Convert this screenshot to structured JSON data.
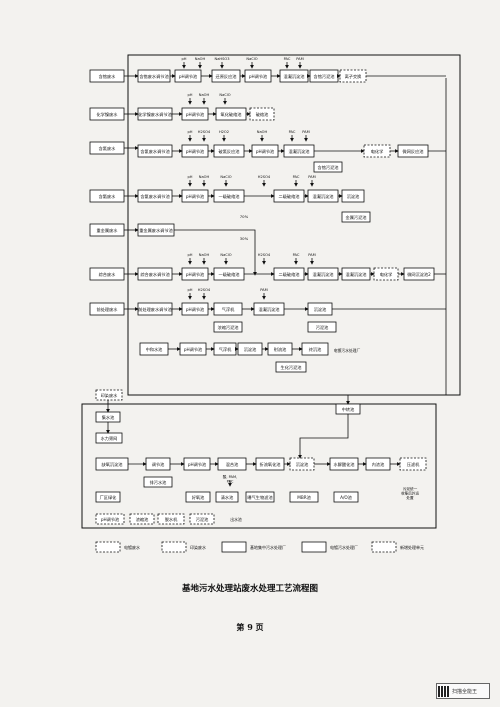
{
  "page": {
    "title": "基地污水处理站废水处理工艺流程图",
    "page_number": "第 9 页",
    "watermark": "扫描全能王"
  },
  "sources": [
    {
      "id": "s1",
      "label": "含铬废水"
    },
    {
      "id": "s2",
      "label": "化学镍废水"
    },
    {
      "id": "s3",
      "label": "含氰废水"
    },
    {
      "id": "s4",
      "label": "含氨废水"
    },
    {
      "id": "s5",
      "label": "重金属废水"
    },
    {
      "id": "s6",
      "label": "综合废水"
    },
    {
      "id": "s7",
      "label": "前处理废水"
    },
    {
      "id": "s8",
      "label": "印染废水"
    }
  ],
  "nodes": {
    "r1a": "含铬废水调节池",
    "r1b": "pH调节池",
    "r1c": "还原反应池",
    "r1d": "pH调节池",
    "r1e": "混凝沉淀池",
    "r1f": "含铬污泥池",
    "r1g": "离子交换",
    "r2a": "化学镍废水调节池",
    "r2b": "pH调节池",
    "r2c": "氧化破络池",
    "r2d": "破络池",
    "r3a": "含氰废水调节池",
    "r3b": "pH调节池",
    "r3c": "破氰反应池",
    "r3d": "pH调节池",
    "r3e": "混凝沉淀池",
    "r3f": "含铬污泥池",
    "r3g": "电化学",
    "r3h": "微网反应池",
    "r4a": "含氨废水调节池",
    "r4b": "pH调节池",
    "r4c": "一级破络池",
    "r4d": "二级破络池",
    "r4e": "混凝沉淀池",
    "r4f": "沉淀池",
    "r4g": "金属污泥池",
    "r5a": "重金属废水调节池",
    "r6a": "综合废水调节池",
    "r6b": "pH调节池",
    "r6c": "一级破络池",
    "r6d": "二级破络池",
    "r6e": "混凝沉淀池",
    "r6f": "混凝沉淀池",
    "r6g": "电化学",
    "r6h": "微网沉淀池2",
    "r7a": "前处理废水调节池",
    "r7b": "pH调节池",
    "r7c": "气浮机",
    "r7d": "混凝沉淀池",
    "r7e": "沉淀池",
    "r7f": "浓缩污泥池",
    "r7g": "污泥池",
    "r8a": "中和水池",
    "r8b": "pH调节池",
    "r8c": "气浮机",
    "r8d": "沉淀池",
    "r8e": "射流池",
    "r8f": "终沉池",
    "r8g": "生化污泥池",
    "r8h": "电镀污水处理厂",
    "b0": "集水池",
    "b1": "水力筛网",
    "b2": "缺氧沉淀池",
    "b3": "调节池",
    "b4": "pH调节池",
    "b5": "混合池",
    "b6": "折流氧化池",
    "b7": "沉淀池",
    "b8": "水解酸化池",
    "b9": "内浓池",
    "b10": "MBR池",
    "b11": "A/O池",
    "b12": "曝气生物滤池",
    "b13": "清水池",
    "b14": "排污水池",
    "b15": "中转池",
    "b16": "厂区绿化",
    "b17": "好氧池",
    "b18": "出水池",
    "b19": "浓缩池",
    "b20": "pH调节池",
    "b21": "脱水机",
    "b22": "压滤机",
    "b23": "污泥池",
    "b24": "外运处置",
    "b25": "复合废水"
  },
  "chemicals": {
    "c_ph": "pH",
    "c_naoh": "NaOH",
    "c_nahso3": "NaHSO3",
    "c_naclo": "NaClO",
    "c_h2so4": "H2SO4",
    "c_h2o2": "H2O2",
    "c_pac": "PAC",
    "c_pam": "PAM",
    "c_cao": "CaO",
    "c_pac2": "酸, PAM,\nPAC"
  },
  "side_labels": {
    "v1": "电镀污水处理厂",
    "v2": "污泥",
    "pct1": "70%",
    "pct2": "30%",
    "note": "污泥统一\n收集后外运\n处置"
  },
  "legend": [
    {
      "style": "dashed",
      "label": "电镀废水"
    },
    {
      "style": "dashed",
      "label": "印染废水"
    },
    {
      "style": "solid",
      "label": "基地集中污水处理厂"
    },
    {
      "style": "solid",
      "label": "电镀污水处理厂"
    },
    {
      "style": "dashed",
      "label": "新增处理单元"
    }
  ]
}
